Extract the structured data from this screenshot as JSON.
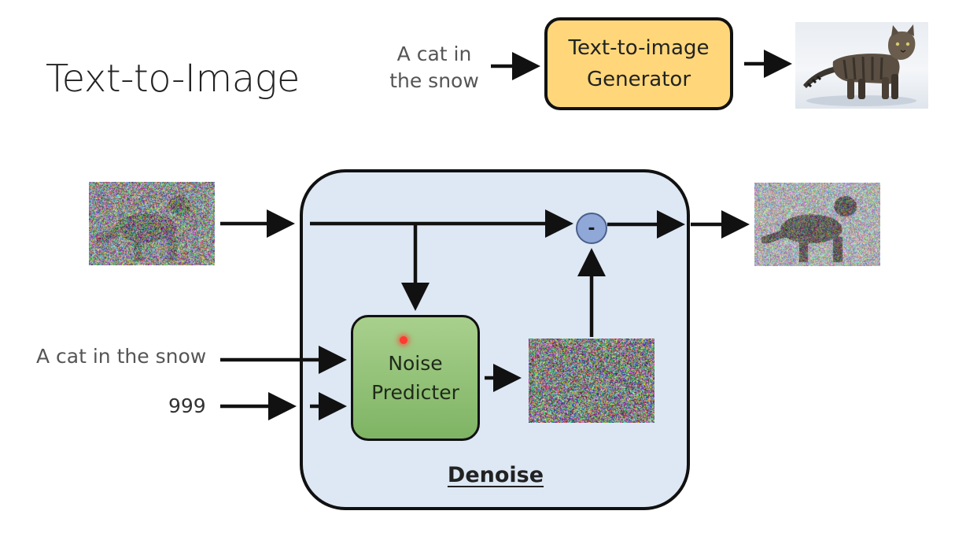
{
  "title": "Text-to-Image",
  "top_flow": {
    "prompt_line1": "A cat in",
    "prompt_line2": "the snow",
    "generator_line1": "Text-to-image",
    "generator_line2": "Generator"
  },
  "denoise": {
    "label": "Denoise",
    "noise_predicter_line1": "Noise",
    "noise_predicter_line2": "Predicter",
    "minus_symbol": "-"
  },
  "inputs": {
    "prompt": "A cat in the snow",
    "step": "999"
  },
  "colors": {
    "generator_fill": "#ffd77a",
    "denoise_fill": "#dde8f4",
    "noise_predicter_fill": "#8fc275",
    "minus_node_fill": "#8fa8d8",
    "arrow": "#111111"
  },
  "icons": {
    "clean_image": "cat-in-snow-image",
    "noisy_input_image": "noisy-cat-image",
    "noisy_output_image": "less-noisy-cat-image",
    "predicted_noise_image": "noise-image"
  }
}
